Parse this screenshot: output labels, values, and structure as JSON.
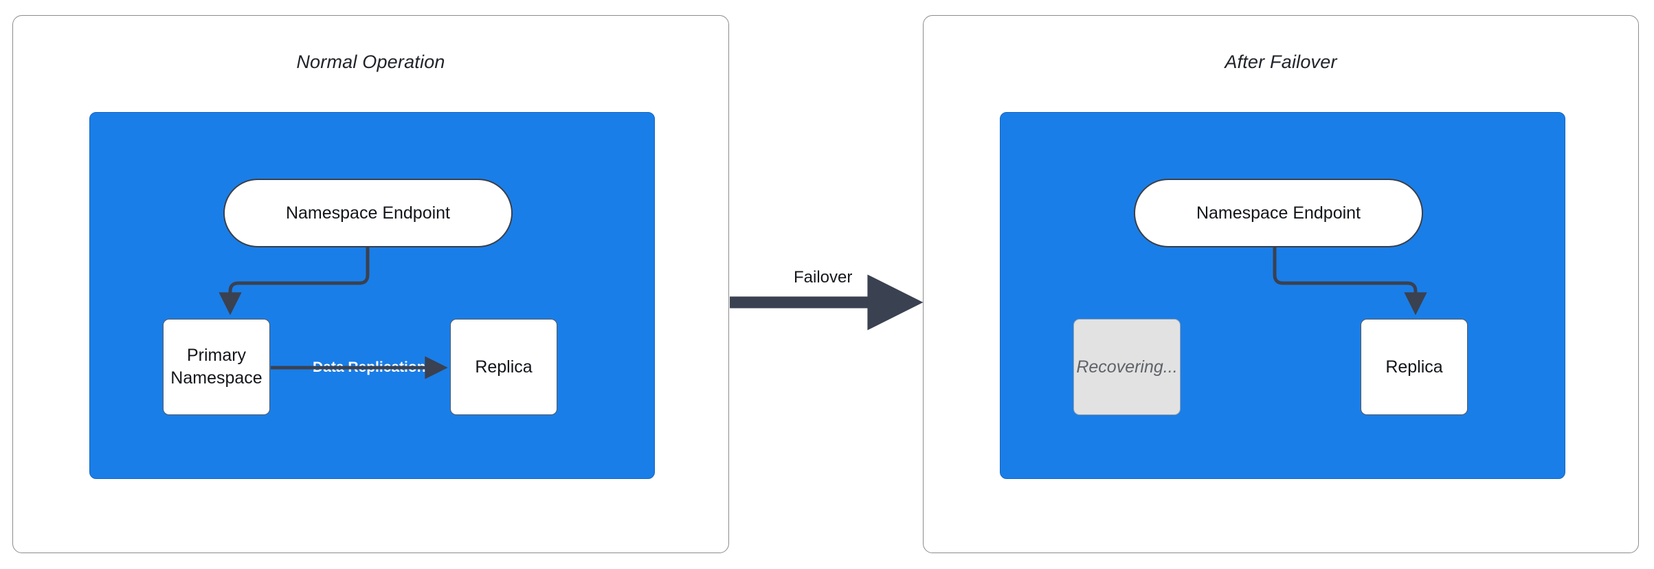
{
  "diagram": {
    "type": "failover-architecture",
    "colors": {
      "region_fill": "#1a7ee8",
      "panel_border": "#8c8c8c",
      "node_fill": "#ffffff",
      "node_border": "#3a3f48",
      "muted_fill": "#e2e2e2",
      "muted_text": "#5f6368",
      "connector": "#3a4150",
      "replication_label": "#ffffff"
    },
    "panels": [
      {
        "id": "normal-operation",
        "title": "Normal Operation",
        "endpoint": {
          "label": "Namespace Endpoint",
          "shape": "pill"
        },
        "nodes": [
          {
            "id": "primary",
            "label": "Primary\nNamespace",
            "line1": "Primary",
            "line2": "Namespace",
            "state": "active"
          },
          {
            "id": "replica",
            "label": "Replica",
            "state": "active"
          }
        ],
        "connectors": [
          {
            "from": "Namespace Endpoint",
            "to": "Primary Namespace",
            "label": "",
            "style": "elbow"
          },
          {
            "from": "Primary Namespace",
            "to": "Replica",
            "label": "Data Replication",
            "style": "straight"
          }
        ]
      },
      {
        "id": "after-failover",
        "title": "After Failover",
        "endpoint": {
          "label": "Namespace Endpoint",
          "shape": "pill"
        },
        "nodes": [
          {
            "id": "recovering",
            "label": "Recovering...",
            "state": "down"
          },
          {
            "id": "replica",
            "label": "Replica",
            "state": "active"
          }
        ],
        "connectors": [
          {
            "from": "Namespace Endpoint",
            "to": "Replica",
            "label": "",
            "style": "elbow"
          }
        ]
      }
    ],
    "transition": {
      "label": "Failover",
      "from": "normal-operation",
      "to": "after-failover"
    }
  }
}
